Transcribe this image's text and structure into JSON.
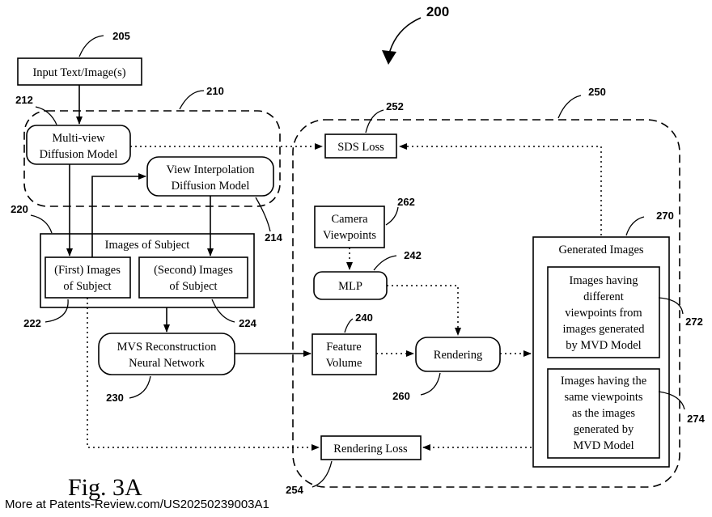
{
  "figure_number": "200",
  "figure_label": "Fig. 3A",
  "footer": "More at Patents-Review.com/US20250239003A1",
  "refs": {
    "input": "205",
    "group_left": "210",
    "mvd": "212",
    "vid": "214",
    "images_subject": "220",
    "first_images": "222",
    "second_images": "224",
    "mvs": "230",
    "feature_volume": "240",
    "mlp": "242",
    "group_right": "250",
    "sds_loss": "252",
    "rendering_loss": "254",
    "rendering": "260",
    "camera": "262",
    "generated": "270",
    "gen_different": "272",
    "gen_same": "274"
  },
  "nodes": {
    "input": "Input Text/Image(s)",
    "mvd_line1": "Multi-view",
    "mvd_line2": "Diffusion Model",
    "vid_line1": "View Interpolation",
    "vid_line2": "Diffusion Model",
    "images_subject_title": "Images of Subject",
    "first_line1": "(First) Images",
    "first_line2": "of Subject",
    "second_line1": "(Second) Images",
    "second_line2": "of Subject",
    "mvs_line1": "MVS Reconstruction",
    "mvs_line2": "Neural Network",
    "sds_loss": "SDS Loss",
    "camera_line1": "Camera",
    "camera_line2": "Viewpoints",
    "mlp": "MLP",
    "feature_line1": "Feature",
    "feature_line2": "Volume",
    "rendering": "Rendering",
    "rendering_loss": "Rendering Loss",
    "generated_title": "Generated Images",
    "different_lines": [
      "Images having",
      "different",
      "viewpoints from",
      "images generated",
      "by MVD Model"
    ],
    "same_lines": [
      "Images having the",
      "same viewpoints",
      "as the images",
      "generated by",
      "MVD Model"
    ]
  }
}
